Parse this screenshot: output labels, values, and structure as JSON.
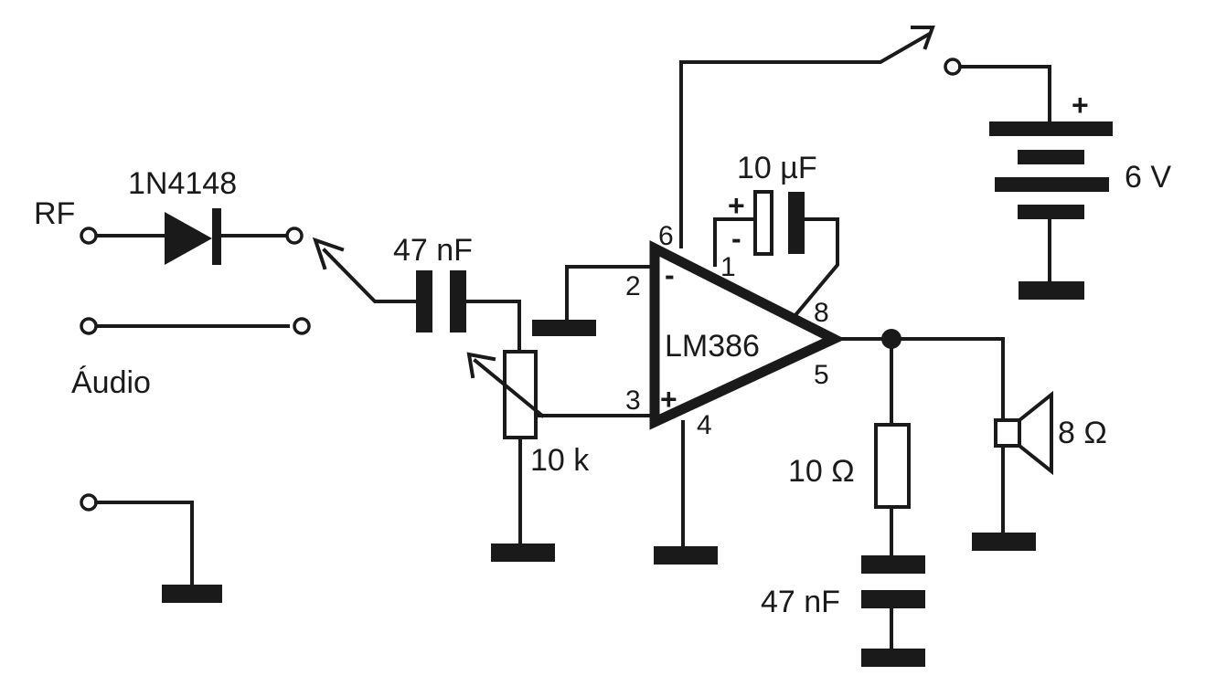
{
  "labels": {
    "rf": "RF",
    "diode": "1N4148",
    "audio": "Áudio",
    "cap_input": "47 nF",
    "pot": "10 k",
    "cap_gain": "10 µF",
    "cap_gain_plus": "+",
    "cap_gain_minus": "-",
    "ic": "LM386",
    "pin1": "1",
    "pin2": "2",
    "pin3": "3",
    "pin4": "4",
    "pin5": "5",
    "pin6": "6",
    "pin8": "8",
    "opamp_minus": "-",
    "opamp_plus": "+",
    "battery": "6 V",
    "battery_plus": "+",
    "res_zobel": "10 Ω",
    "cap_zobel": "47 nF",
    "speaker": "8 Ω"
  },
  "colors": {
    "ink": "#1a1a1a",
    "background": "#ffffff"
  }
}
